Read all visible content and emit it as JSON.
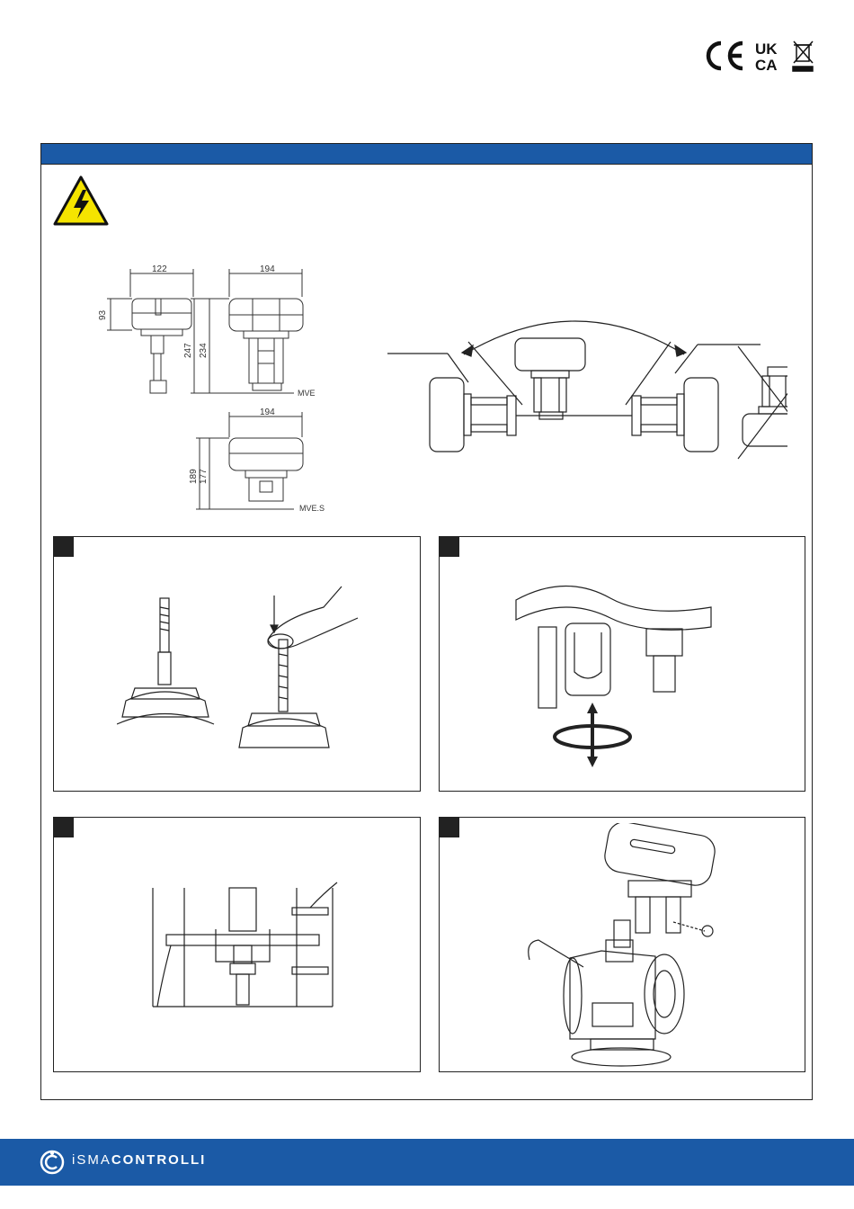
{
  "certification_marks": {
    "ce": "CE",
    "ukca_top": "UK",
    "ukca_bottom": "CA"
  },
  "dimensions": {
    "side_width": "122",
    "side_height": "93",
    "front_width": "194",
    "front_height_total": "247",
    "front_height_inner": "234",
    "front_model": "MVE",
    "s_width": "194",
    "s_height_total": "189",
    "s_height_inner": "177",
    "s_model": "MVE.S"
  },
  "footer": {
    "brand_light": "iSMA",
    "brand_bold": "CONTROLLI"
  },
  "icons": [
    "high-voltage-warning-icon",
    "ce-mark-icon",
    "ukca-mark-icon",
    "weee-bin-icon",
    "ismacontrolli-logo-icon"
  ],
  "colors": {
    "brand_blue": "#1b5aa6",
    "warning_yellow": "#f5e400"
  }
}
